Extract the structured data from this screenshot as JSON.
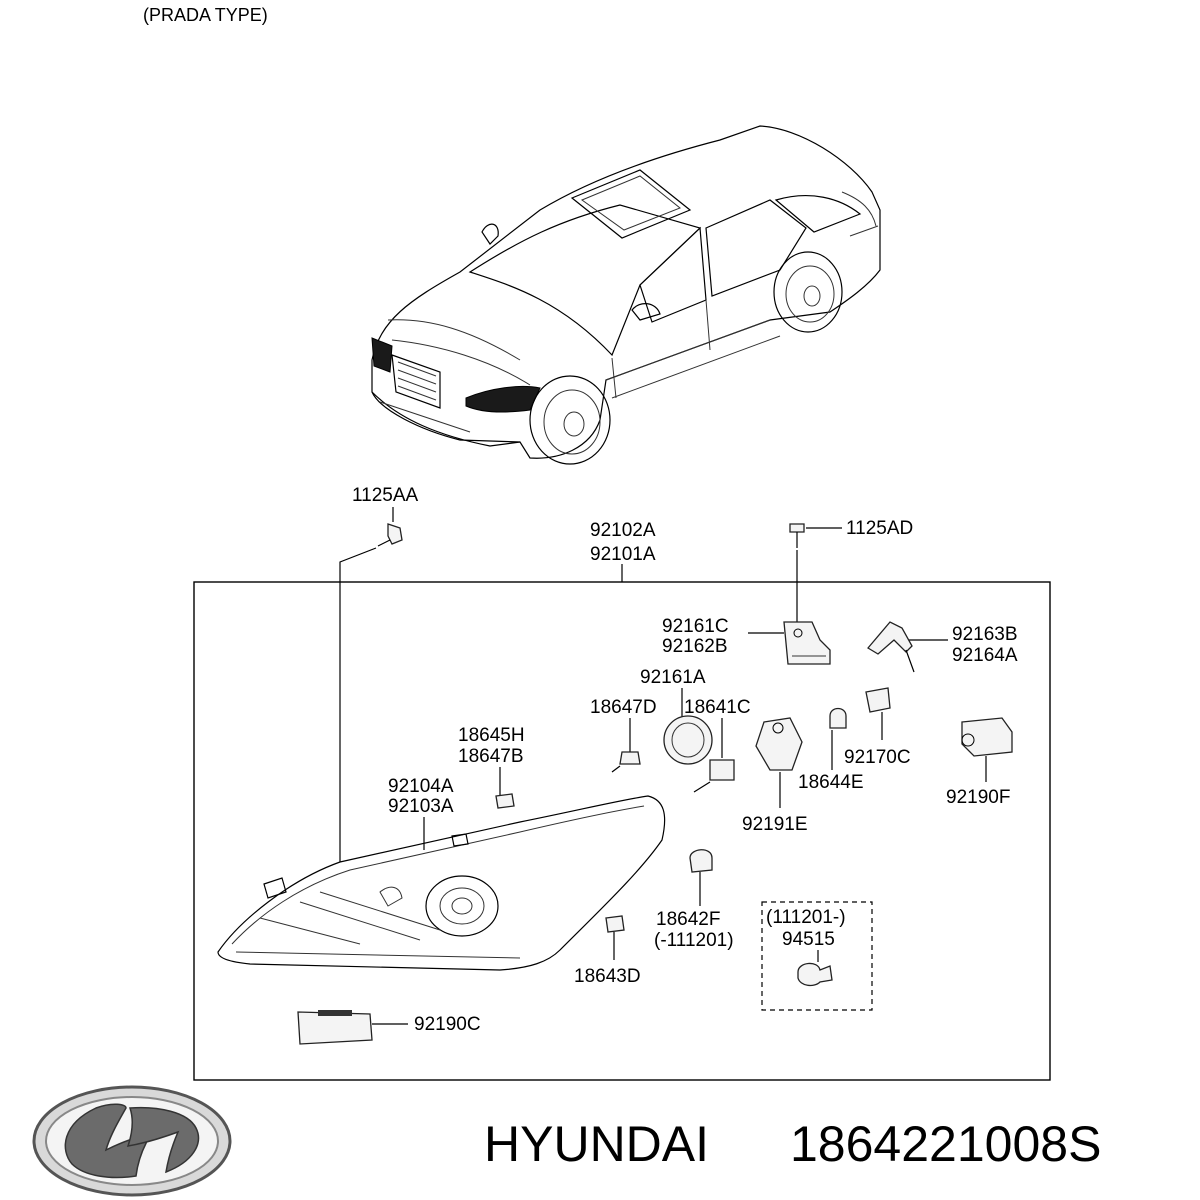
{
  "header": {
    "variant_note": "(PRADA TYPE)"
  },
  "parts": {
    "p_1125AA": "1125AA",
    "p_92102A": "92102A",
    "p_92101A": "92101A",
    "p_1125AD": "1125AD",
    "p_92161C": "92161C",
    "p_92162B": "92162B",
    "p_92163B": "92163B",
    "p_92164A": "92164A",
    "p_92161A": "92161A",
    "p_18647D": "18647D",
    "p_18641C": "18641C",
    "p_92170C": "92170C",
    "p_18644E": "18644E",
    "p_92190F": "92190F",
    "p_18645H": "18645H",
    "p_18647B": "18647B",
    "p_92191E": "92191E",
    "p_92104A": "92104A",
    "p_92103A": "92103A",
    "p_18642F": "18642F",
    "p_18642F_note": "(-111201)",
    "p_94515_note": "(111201-)",
    "p_94515": "94515",
    "p_18643D": "18643D",
    "p_92190C": "92190C"
  },
  "footer": {
    "brand": "HYUNDAI",
    "part_number": "1864221008S",
    "logo_icon": "hyundai-logo-icon"
  }
}
